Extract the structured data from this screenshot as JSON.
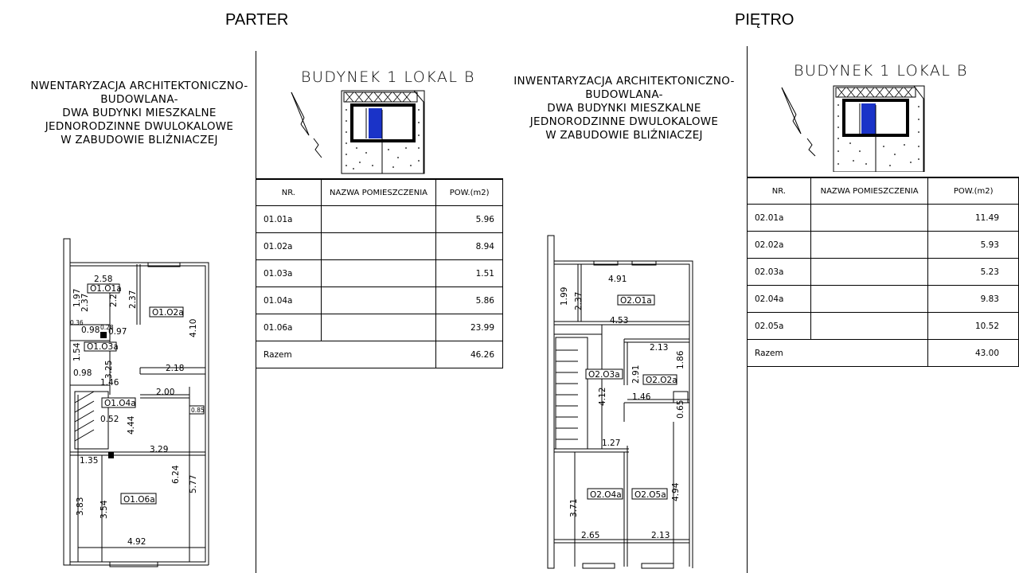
{
  "sections": {
    "left": {
      "heading": "PARTER",
      "description": [
        "NWENTARYZACJA ARCHITEKTONICZNO-",
        "BUDOWLANA-",
        "DWA BUDYNKI MIESZKALNE",
        "JEDNORODZINNE DWULOKALOWE",
        "W ZABUDOWIE BLIŹNIACZEJ"
      ],
      "building_title": "BUDYNEK 1   LOKAL B",
      "table": {
        "headers": [
          "NR.",
          "NAZWA POMIESZCZENIA",
          "POW.(m2)"
        ],
        "rows": [
          {
            "nr": "01.01a",
            "name": "",
            "area": "5.96"
          },
          {
            "nr": "01.02a",
            "name": "",
            "area": "8.94"
          },
          {
            "nr": "01.03a",
            "name": "",
            "area": "1.51"
          },
          {
            "nr": "01.04a",
            "name": "",
            "area": "5.86"
          },
          {
            "nr": "01.06a",
            "name": "",
            "area": "23.99"
          }
        ],
        "total_label": "Razem",
        "total_area": "46.26"
      },
      "plan": {
        "rooms": [
          "O1.O1a",
          "O1.O2a",
          "O1.O3a",
          "O1.O4a",
          "O1.O6a"
        ],
        "dimensions": [
          "2.58",
          "1.97",
          "2.37",
          "2.26",
          "2.37",
          "4.10",
          "0.36",
          "0.98",
          "0.28",
          "0.97",
          "1.54",
          "3.25",
          "0.98",
          "2.18",
          "1.46",
          "2.00",
          "0.85",
          "0.52",
          "4.44",
          "3.29",
          "1.35",
          "6.24",
          "5.77",
          "3.83",
          "3.54",
          "4.92"
        ]
      }
    },
    "right": {
      "heading": "PIĘTRO",
      "description": [
        "INWENTARYZACJA ARCHITEKTONICZNO-",
        "BUDOWLANA-",
        "DWA BUDYNKI MIESZKALNE",
        "JEDNORODZINNE DWULOKALOWE",
        "W ZABUDOWIE BLIŹNIACZEJ"
      ],
      "building_title": "BUDYNEK 1   LOKAL B",
      "table": {
        "headers": [
          "NR.",
          "NAZWA POMIESZCZENIA",
          "POW.(m2)"
        ],
        "rows": [
          {
            "nr": "02.01a",
            "name": "",
            "area": "11.49"
          },
          {
            "nr": "02.02a",
            "name": "",
            "area": "5.93"
          },
          {
            "nr": "02.03a",
            "name": "",
            "area": "5.23"
          },
          {
            "nr": "02.04a",
            "name": "",
            "area": "9.83"
          },
          {
            "nr": "02.05a",
            "name": "",
            "area": "10.52"
          }
        ],
        "total_label": "Razem",
        "total_area": "43.00"
      },
      "plan": {
        "rooms": [
          "O2.O1a",
          "O2.O2a",
          "O2.O3a",
          "O2.O4a",
          "O2.O5a"
        ],
        "dimensions": [
          "4.91",
          "1.99",
          "2.37",
          "4.53",
          "2.13",
          "2.91",
          "1.86",
          "1.46",
          "0.65",
          "4.12",
          "1.27",
          "4.94",
          "3.71",
          "2.65",
          "2.13"
        ]
      }
    }
  },
  "colors": {
    "unit_highlight": "#1a33c8",
    "line": "#000000"
  }
}
